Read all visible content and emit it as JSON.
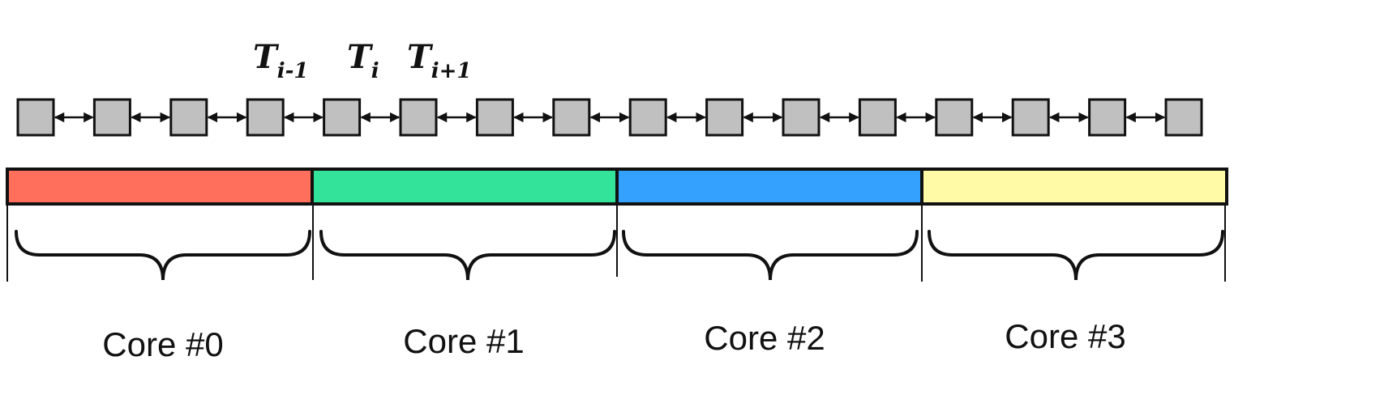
{
  "task_labels": [
    {
      "base": "T",
      "sub": "i-1"
    },
    {
      "base": "T",
      "sub": "i"
    },
    {
      "base": "T",
      "sub": "i+1"
    }
  ],
  "task_count": 16,
  "cores": [
    {
      "label": "Core #0",
      "color": "#ff6f5c"
    },
    {
      "label": "Core #1",
      "color": "#33e39a"
    },
    {
      "label": "Core #2",
      "color": "#35a1ff"
    },
    {
      "label": "Core #3",
      "color": "#fffaa6"
    }
  ],
  "colors": {
    "task_box_fill": "#c0c0c0",
    "stroke": "#111111"
  }
}
